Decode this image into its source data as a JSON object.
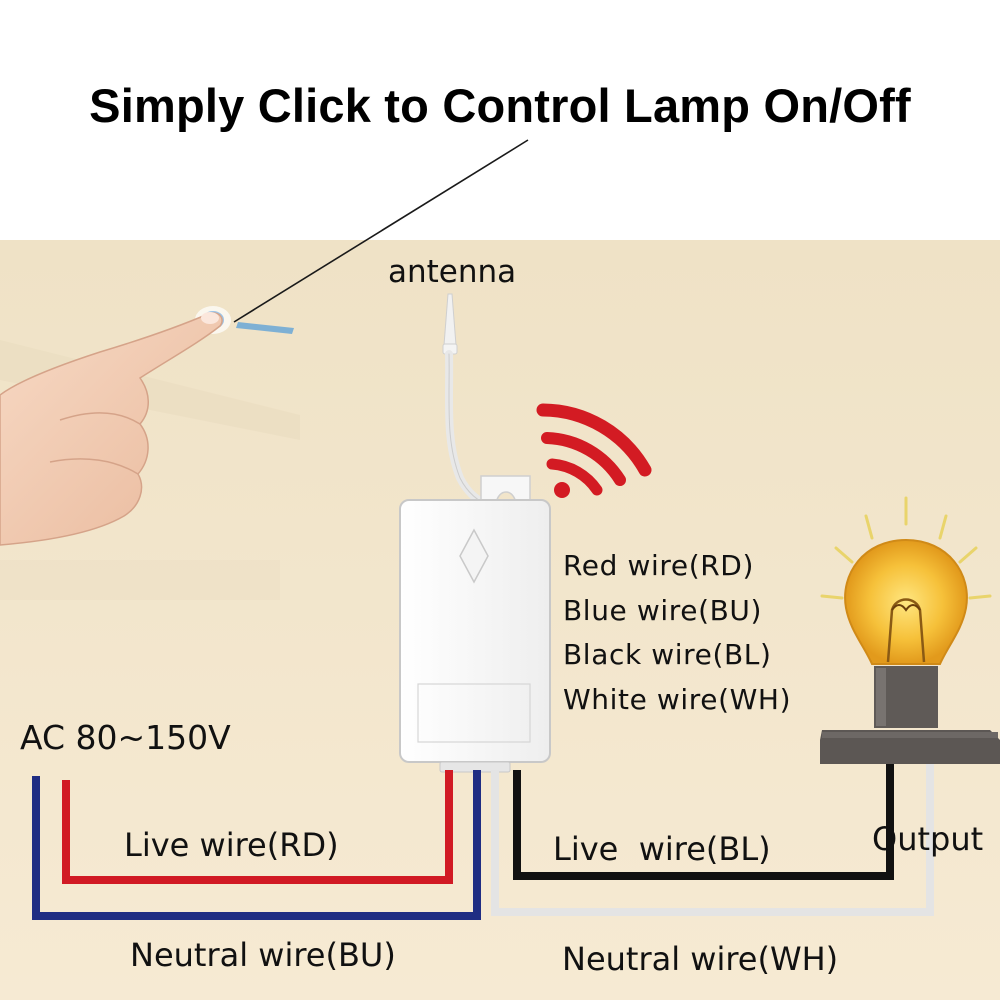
{
  "headline": "Simply Click to Control Lamp On/Off",
  "antenna_label": "antenna",
  "supply_label": "AC 80~150V",
  "legend": [
    {
      "label": "Red wire(RD)",
      "color": "#d11a24"
    },
    {
      "label": "Blue wire(BU)",
      "color": "#1f2d83"
    },
    {
      "label": "Black wire(BL)",
      "color": "#111111"
    },
    {
      "label": "White wire(WH)",
      "color": "#e4e4e4"
    }
  ],
  "wires": {
    "live_input": "Live wire(RD)",
    "neutral_input": "Neutral wire(BU)",
    "live_output": "Live  wire(BL)",
    "neutral_output": "Neutral wire(WH)"
  },
  "output_label": "Output",
  "colors": {
    "background": "#f4e7cf",
    "red_wire": "#d11a24",
    "blue_wire": "#1f2d83",
    "black_wire": "#111111",
    "white_wire": "#e4e4e4",
    "signal_waves": "#d31b23",
    "bulb_glow": "#f6c13a"
  },
  "icons": [
    "hand-icon",
    "wall-switch-icon",
    "receiver-module-icon",
    "antenna-icon",
    "wireless-signal-icon",
    "light-bulb-icon",
    "lamp-socket-icon"
  ]
}
